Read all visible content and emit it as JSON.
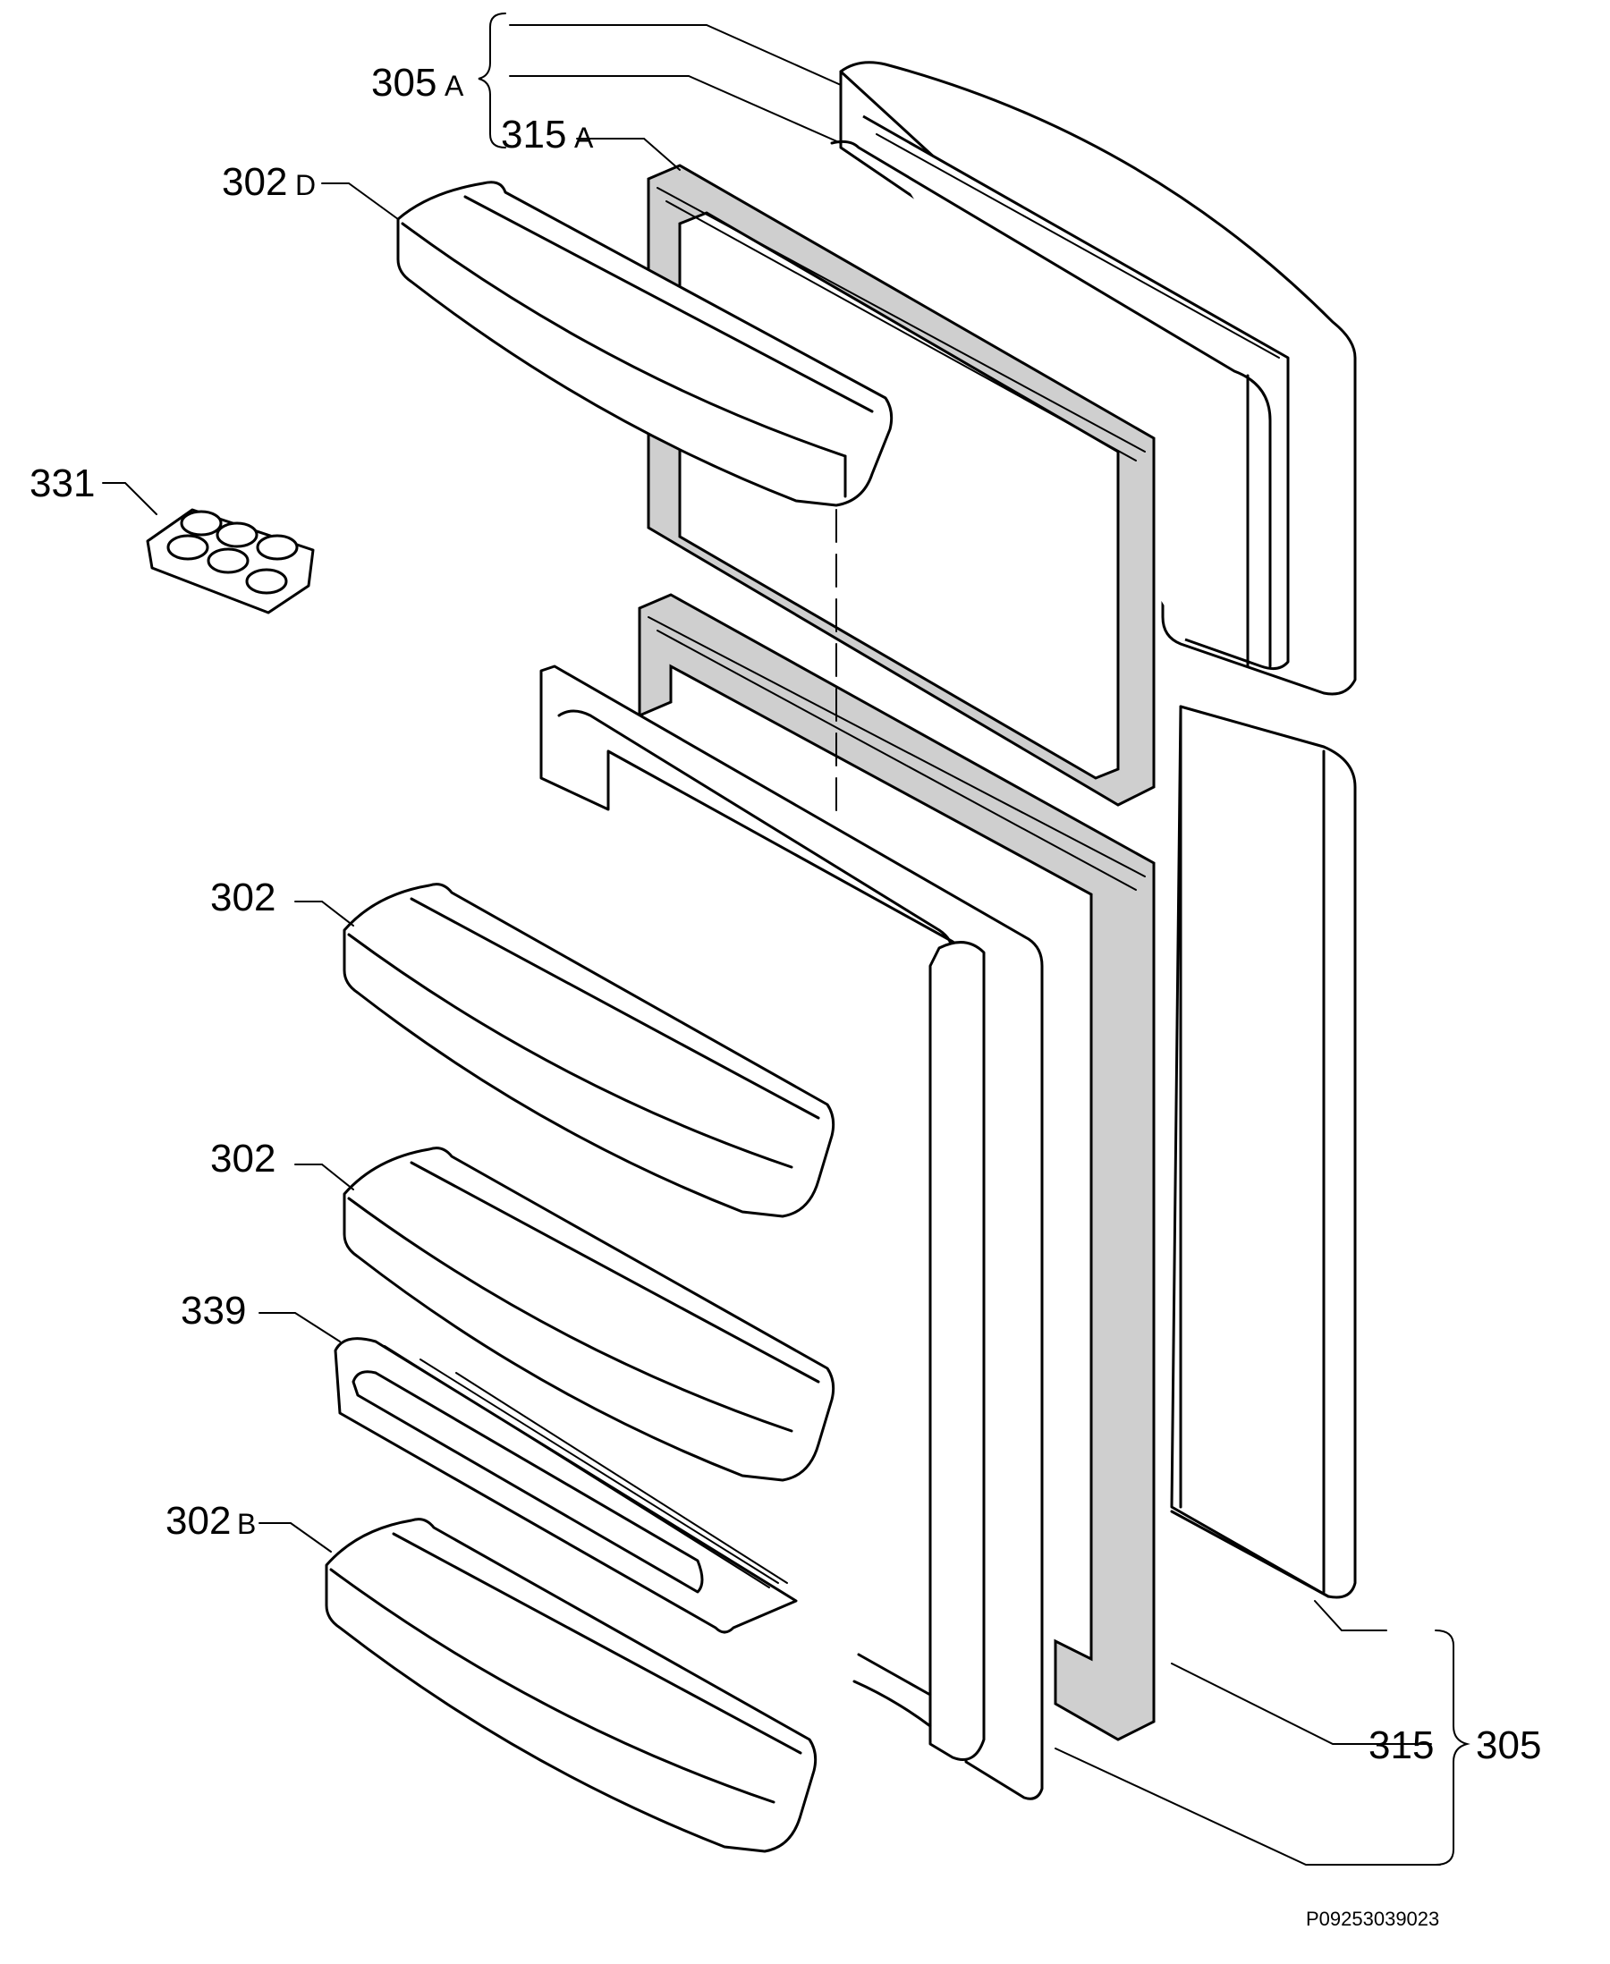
{
  "labels": {
    "p305a": {
      "num": "305",
      "suffix": "A"
    },
    "p315a": {
      "num": "315",
      "suffix": "A"
    },
    "p302d": {
      "num": "302",
      "suffix": "D"
    },
    "p331": {
      "num": "331",
      "suffix": ""
    },
    "p302_upper": {
      "num": "302",
      "suffix": ""
    },
    "p302_lower": {
      "num": "302",
      "suffix": ""
    },
    "p339": {
      "num": "339",
      "suffix": ""
    },
    "p302b": {
      "num": "302",
      "suffix": "B"
    },
    "p315": {
      "num": "315",
      "suffix": ""
    },
    "p305": {
      "num": "305",
      "suffix": ""
    }
  },
  "drawing_code": "P09253039023"
}
